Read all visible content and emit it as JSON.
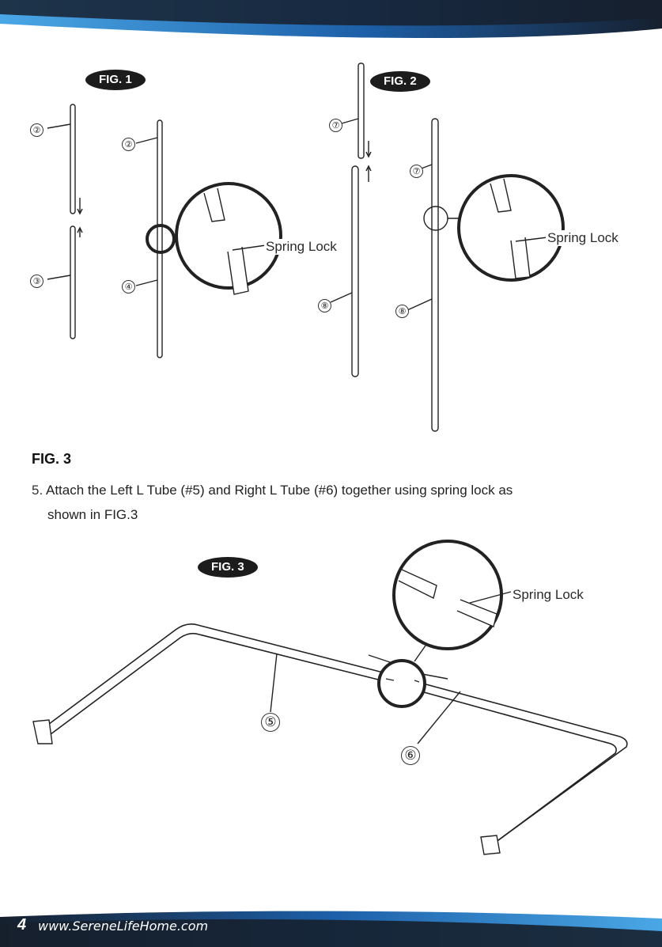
{
  "header": {
    "banner_color_dark": "#16202e",
    "banner_color_light": "#2f8fd8"
  },
  "figures": {
    "fig1": {
      "badge": "FIG. 1",
      "callout": "Spring Lock",
      "parts": [
        "②",
        "③",
        "②",
        "④"
      ]
    },
    "fig2": {
      "badge": "FIG. 2",
      "callout": "Spring Lock",
      "parts": [
        "⑦",
        "⑧",
        "⑦",
        "⑧"
      ]
    },
    "fig3": {
      "badge": "FIG. 3",
      "callout": "Spring Lock",
      "parts": [
        "⑤",
        "⑥"
      ]
    }
  },
  "section": {
    "heading": "FIG. 3",
    "step_number": "5.",
    "instruction_line1": "Attach the Left L Tube (#5) and Right L Tube (#6) together using spring lock as",
    "instruction_line2": "shown in FIG.3"
  },
  "footer": {
    "page_number": "4",
    "url": "www.SereneLifeHome.com"
  }
}
